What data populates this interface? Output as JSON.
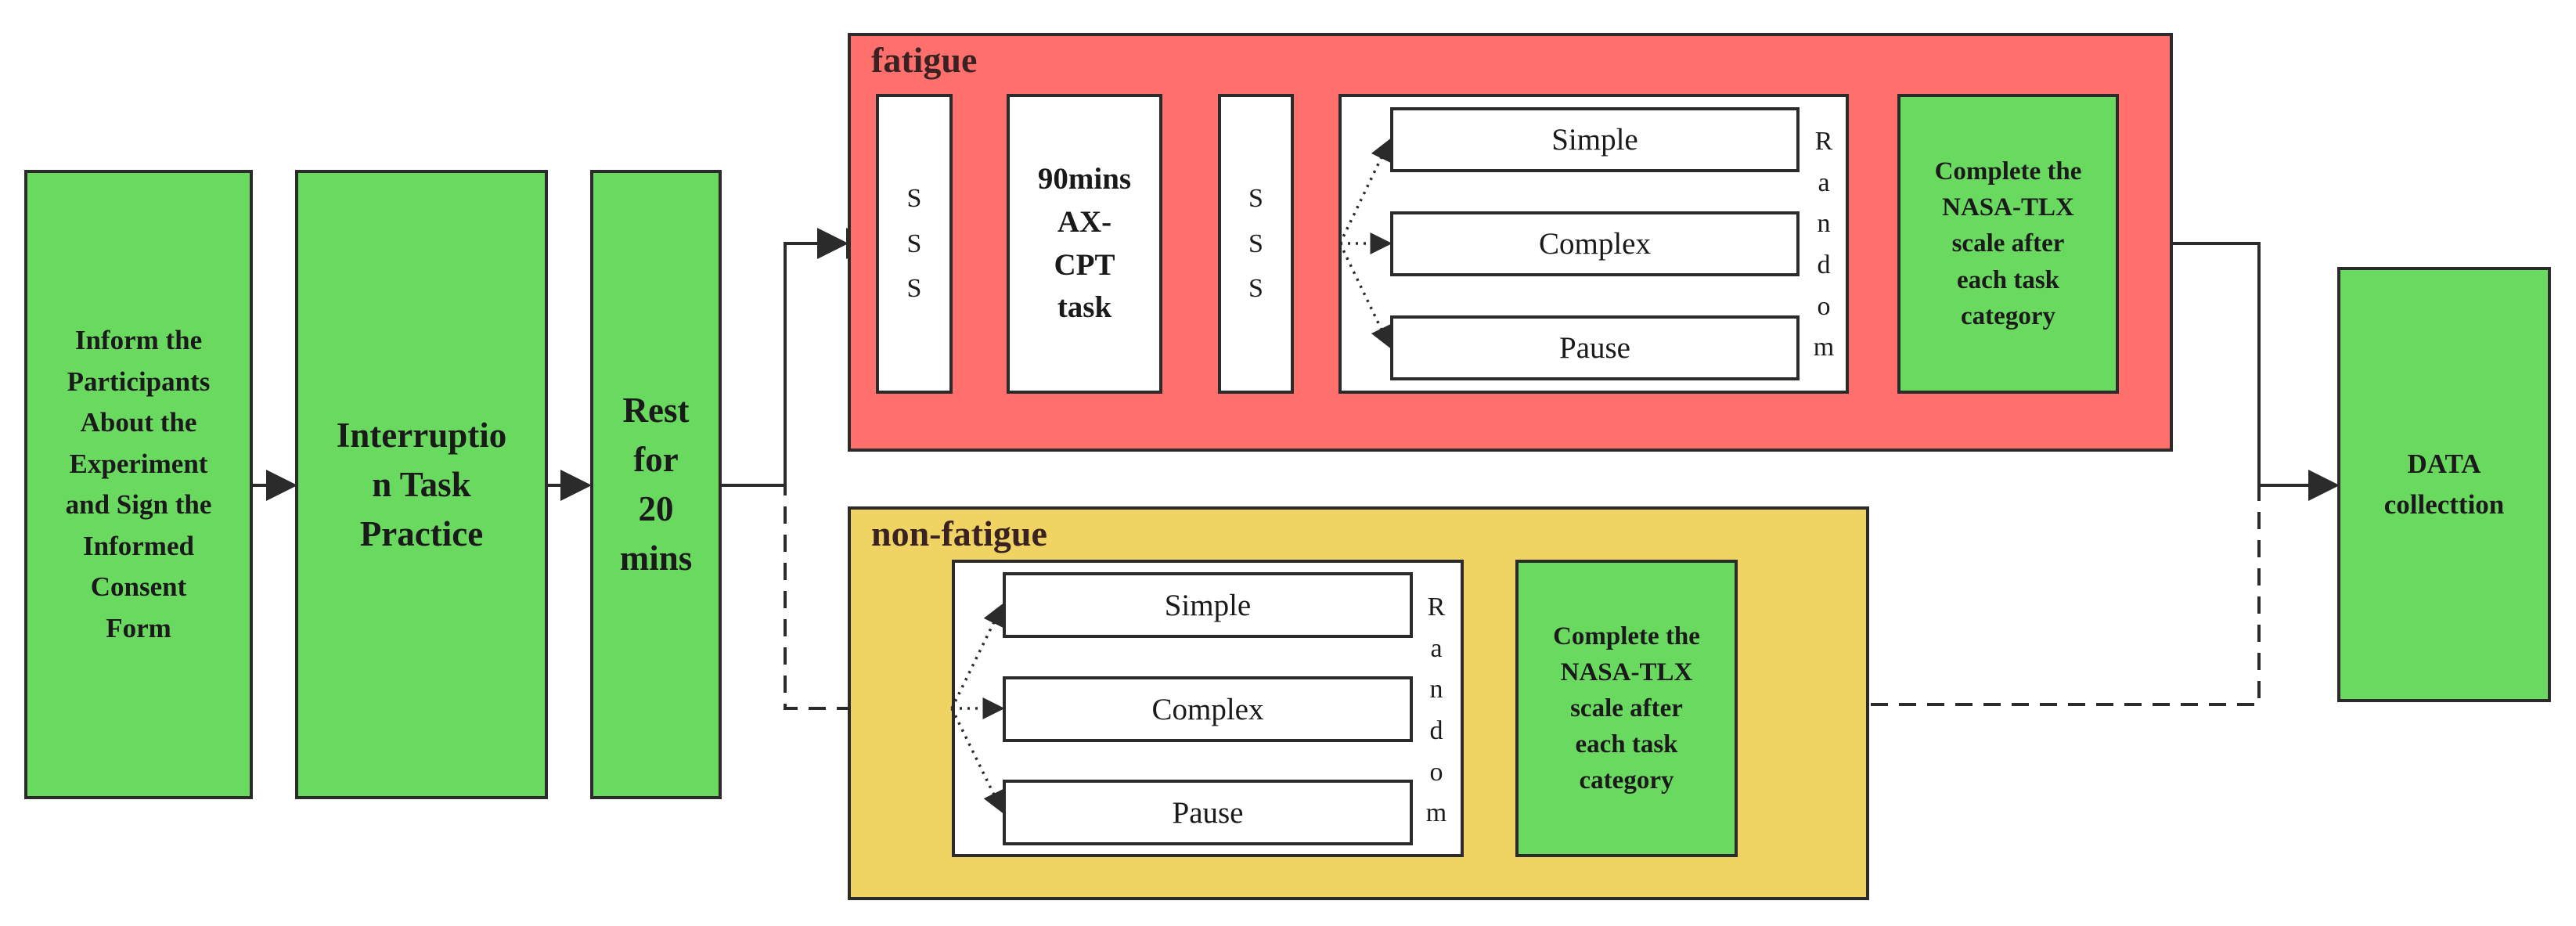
{
  "steps": {
    "inform": "Inform the\nParticipants\nAbout the\nExperiment\nand Sign the\nInformed\nConsent\nForm",
    "practice": "Interruptio\nn Task\nPractice",
    "rest": "Rest\nfor\n20\nmins",
    "data": "DATA\ncollecttion"
  },
  "fatigue": {
    "title": "fatigue",
    "sss_letters": [
      "S",
      "S",
      "S"
    ],
    "axcpt": "90mins\nAX-\nCPT\ntask",
    "tasks": [
      "Simple",
      "Complex",
      "Pause"
    ],
    "random_letters": [
      "R",
      "a",
      "n",
      "d",
      "o",
      "m"
    ],
    "nasa": "Complete the\nNASA-TLX\nscale after\neach task\ncategory"
  },
  "nonfatigue": {
    "title": "non-fatigue",
    "tasks": [
      "Simple",
      "Complex",
      "Pause"
    ],
    "random_letters": [
      "R",
      "a",
      "n",
      "d",
      "o",
      "m"
    ],
    "nasa": "Complete the\nNASA-TLX\nscale after\neach task\ncategory"
  },
  "colors": {
    "step_green": "#6ad95f",
    "fatigue_red": "#ff6f6c",
    "nonfatigue_yellow": "#f0d463",
    "line": "#2b2b2b"
  }
}
